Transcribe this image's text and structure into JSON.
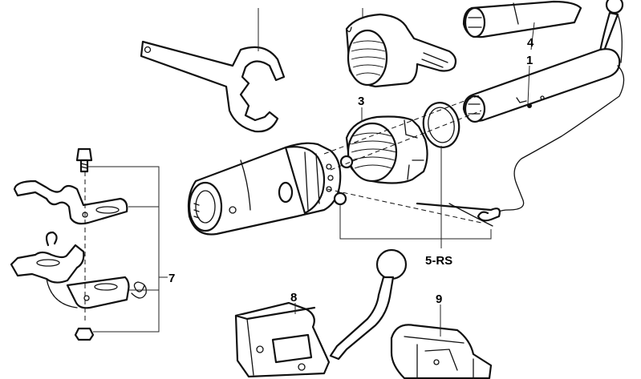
{
  "diagram": {
    "callouts": {
      "c1": "1",
      "c3": "3",
      "c4": "4",
      "c5rs": "5-RS",
      "c7": "7",
      "c8": "8",
      "c9": "9"
    }
  }
}
